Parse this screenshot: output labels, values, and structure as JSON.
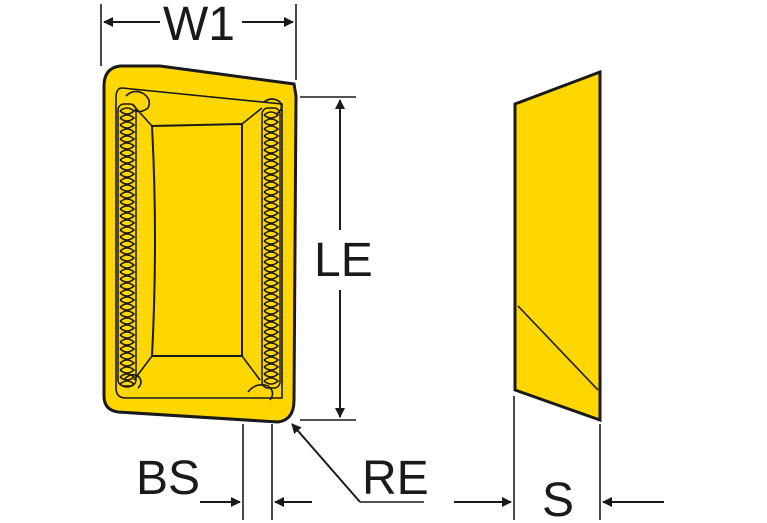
{
  "labels": {
    "width": "W1",
    "length": "LE",
    "corner_chamfer": "BS",
    "corner_radius": "RE",
    "thickness": "S"
  },
  "colors": {
    "insert_fill": "#FFD700",
    "outline": "#1a1a1a",
    "background": "#ffffff"
  }
}
